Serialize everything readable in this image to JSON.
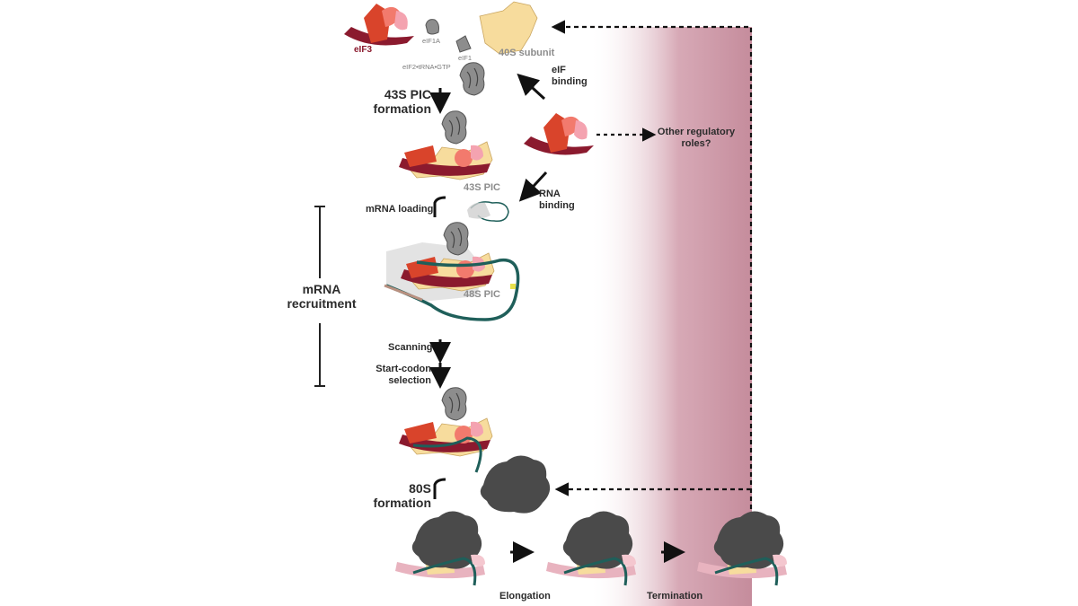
{
  "colors": {
    "eif3_dark": "#8b1a2e",
    "eif3_red": "#d9442b",
    "eif3_salmon": "#f27a6d",
    "eif3_pink": "#f4a3b0",
    "subunit_40s": "#f7dc9d",
    "ribosome_60s": "#4a4a4a",
    "factor_grey": "#8d8d8d",
    "mrna_teal": "#1f5f5a",
    "gradient_mauve": "#c58c9c"
  },
  "labels": {
    "eif3": "eIF3",
    "eif1a": "eIF1A",
    "eif1": "eIF1",
    "eif2": "eIF2•tRNA•GTP",
    "subunit_40s": "40S subunit",
    "eif_binding": "eIF\nbinding",
    "pic43_formation": "43S PIC\nformation",
    "other_roles": "Other regulatory\nroles?",
    "pic43": "43S PIC",
    "mrna_loading": "mRNA loading",
    "rna_binding": "RNA\nbinding",
    "mrna_recruitment": "mRNA\nrecruitment",
    "pic48": "48S PIC",
    "scanning": "Scanning",
    "start_codon": "Start-codon\nselection",
    "s80_formation": "80S\nformation",
    "elongation": "Elongation",
    "termination": "Termination"
  }
}
